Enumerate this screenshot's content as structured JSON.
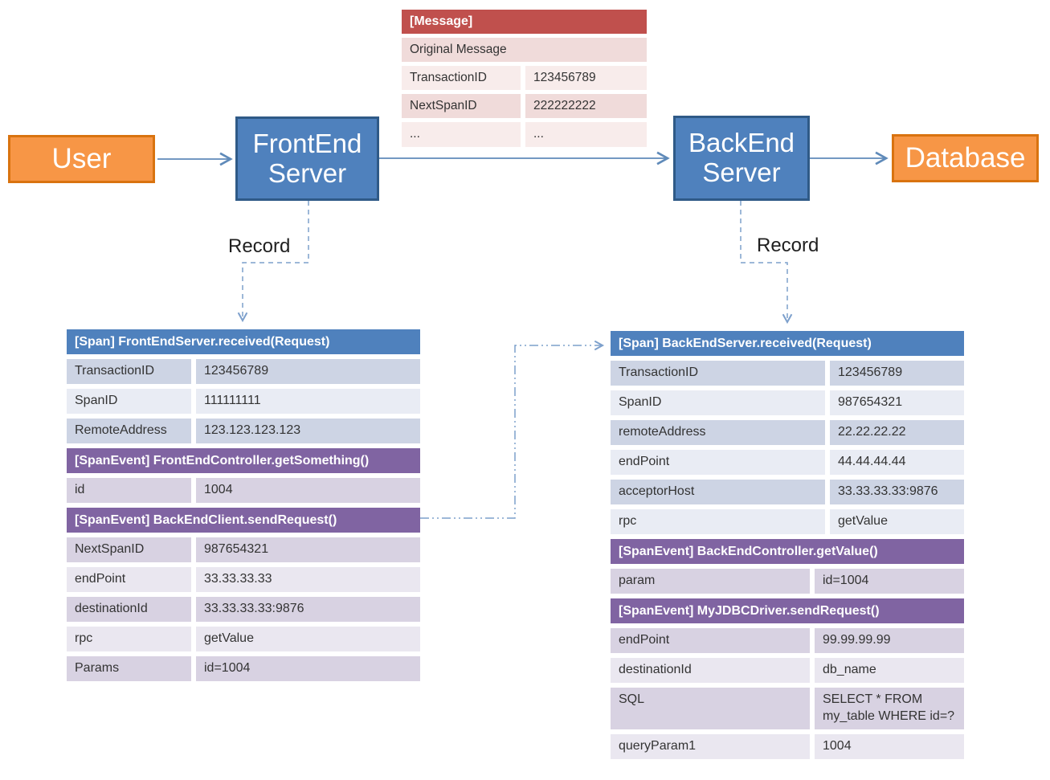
{
  "boxes": {
    "user": "User",
    "frontend": "FrontEnd Server",
    "backend": "BackEnd Server",
    "database": "Database"
  },
  "record_labels": {
    "left": "Record",
    "right": "Record"
  },
  "message_table": {
    "title": "[Message]",
    "full_row": "Original Message",
    "rows": [
      [
        "TransactionID",
        "123456789"
      ],
      [
        "NextSpanID",
        "222222222"
      ],
      [
        "...",
        "..."
      ]
    ]
  },
  "left_table": {
    "sections": [
      {
        "type": "span",
        "title": "[Span] FrontEndServer.received(Request)",
        "rows": [
          [
            "TransactionID",
            "123456789"
          ],
          [
            "SpanID",
            "111111111"
          ],
          [
            "RemoteAddress",
            "123.123.123.123"
          ]
        ]
      },
      {
        "type": "spanevent",
        "title": "[SpanEvent] FrontEndController.getSomething()",
        "rows": [
          [
            "id",
            "1004"
          ]
        ]
      },
      {
        "type": "spanevent",
        "title": "[SpanEvent] BackEndClient.sendRequest()",
        "rows": [
          [
            "NextSpanID",
            "987654321"
          ],
          [
            "endPoint",
            "33.33.33.33"
          ],
          [
            "destinationId",
            "33.33.33.33:9876"
          ],
          [
            "rpc",
            "getValue"
          ],
          [
            "Params",
            "id=1004"
          ]
        ]
      }
    ]
  },
  "right_table": {
    "sections": [
      {
        "type": "span",
        "title": "[Span] BackEndServer.received(Request)",
        "rows": [
          [
            "TransactionID",
            "123456789"
          ],
          [
            "SpanID",
            "987654321"
          ],
          [
            "remoteAddress",
            "22.22.22.22"
          ],
          [
            "endPoint",
            "44.44.44.44"
          ],
          [
            "acceptorHost",
            "33.33.33.33:9876"
          ],
          [
            "rpc",
            "getValue"
          ]
        ]
      },
      {
        "type": "spanevent",
        "title": "[SpanEvent] BackEndController.getValue()",
        "rows": [
          [
            "param",
            "id=1004"
          ]
        ]
      },
      {
        "type": "spanevent",
        "title": "[SpanEvent] MyJDBCDriver.sendRequest()",
        "rows": [
          [
            "endPoint",
            "99.99.99.99"
          ],
          [
            "destinationId",
            "db_name"
          ],
          [
            "SQL",
            "SELECT * FROM my_table WHERE id=?"
          ],
          [
            "queryParam1",
            "1004"
          ]
        ]
      }
    ]
  },
  "colors": {
    "accent_blue": "#4F81BD",
    "accent_blue_border": "#2F5A87",
    "accent_orange": "#F79646",
    "accent_orange_border": "#D9730F",
    "accent_red": "#C0504D",
    "accent_purple": "#8064A2",
    "arrow_solid": "#5F8AB9",
    "arrow_dashed": "#7DA0CC"
  }
}
